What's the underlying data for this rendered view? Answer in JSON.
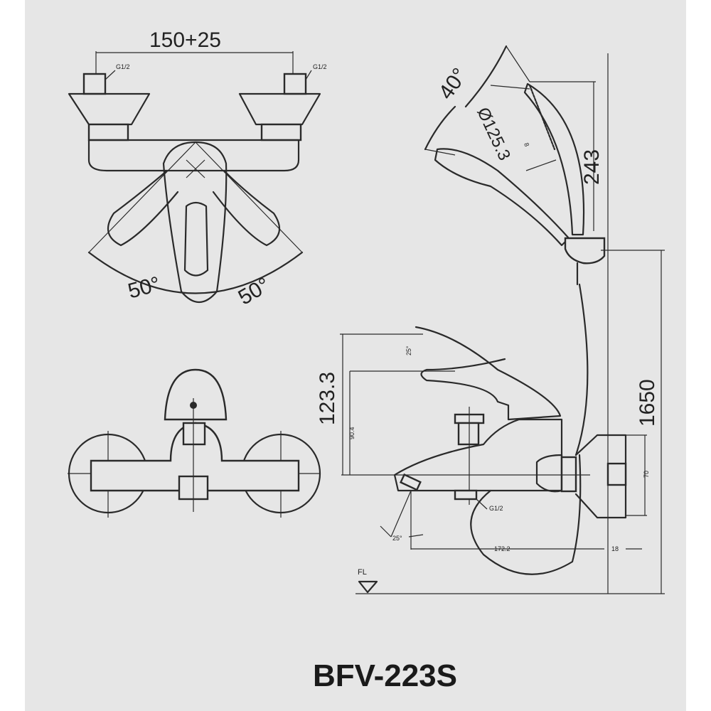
{
  "model": "BFV-223S",
  "top_view": {
    "spacing": "150+25",
    "inlet_left": "G1/2",
    "inlet_right": "G1/2",
    "angle_left": "50°",
    "angle_right": "50°"
  },
  "shower": {
    "tilt_angle": "40°",
    "head_diameter": "Ø125.3",
    "head_offset": "8",
    "height": "243",
    "mount_height": "1650"
  },
  "side_view": {
    "handle_height": "123.3",
    "spout_height": "90.4",
    "handle_angle": "25°",
    "body_height": "70",
    "outlet": "G1/2",
    "spout_angle": "25°",
    "projection": "172.2",
    "wall_offset": "18",
    "floor_label": "FL"
  }
}
